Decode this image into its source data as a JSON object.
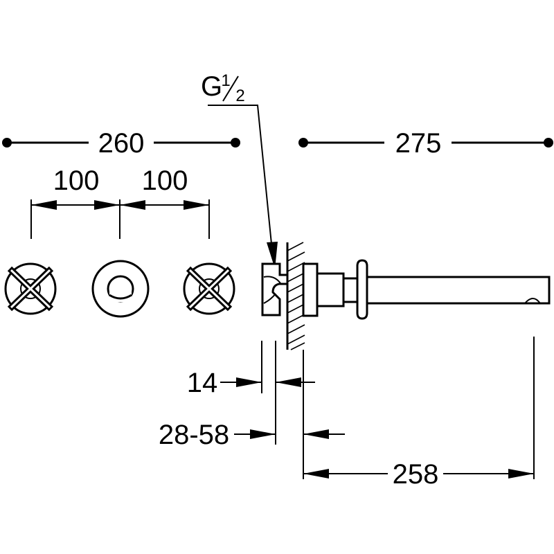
{
  "dimensions": {
    "total_handles": "260",
    "total_spout": "275",
    "spacing_left": "100",
    "spacing_right": "100",
    "cover_depth": "14",
    "wall_range": "28-58",
    "spout_reach": "258"
  },
  "thread": {
    "letter": "G",
    "numerator": "1",
    "denominator": "2"
  }
}
